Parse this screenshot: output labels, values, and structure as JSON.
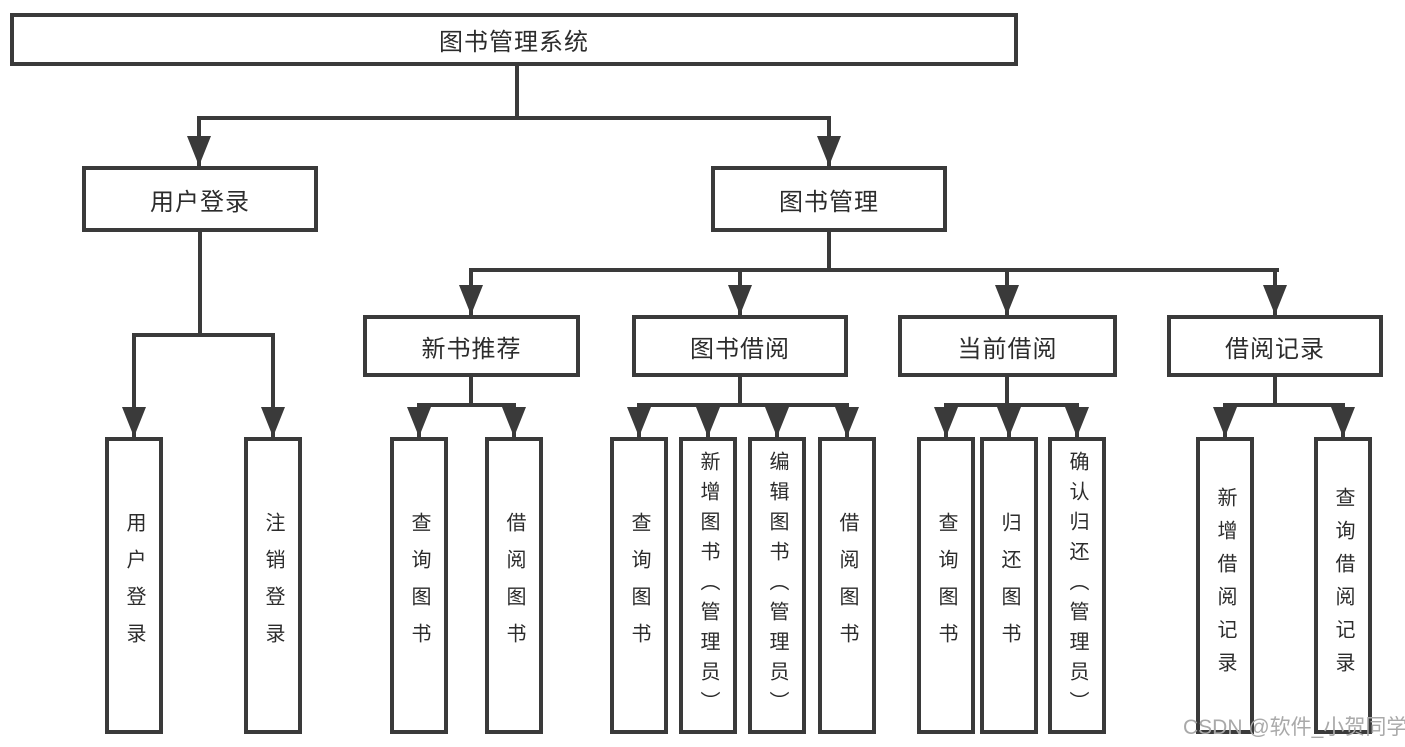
{
  "diagram": {
    "root": {
      "label": "图书管理系统"
    },
    "level2": [
      {
        "label": "用户登录"
      },
      {
        "label": "图书管理"
      }
    ],
    "level3": [
      {
        "label": "新书推荐"
      },
      {
        "label": "图书借阅"
      },
      {
        "label": "当前借阅"
      },
      {
        "label": "借阅记录"
      }
    ],
    "leaves": [
      {
        "label": "用户登录"
      },
      {
        "label": "注销登录"
      },
      {
        "label": "查询图书"
      },
      {
        "label": "借阅图书"
      },
      {
        "label": "查询图书"
      },
      {
        "label": "新增图书（管理员）"
      },
      {
        "label": "编辑图书（管理员）"
      },
      {
        "label": "借阅图书"
      },
      {
        "label": "查询图书"
      },
      {
        "label": "归还图书"
      },
      {
        "label": "确认归还（管理员）"
      },
      {
        "label": "新增借阅记录"
      },
      {
        "label": "查询借阅记录"
      }
    ]
  },
  "watermark": {
    "text": "CSDN @软件_小贺同学"
  },
  "colors": {
    "line": "#3a3a3a",
    "text": "#2c2c2c",
    "background": "#ffffff",
    "watermark": "#a9a9a9"
  }
}
